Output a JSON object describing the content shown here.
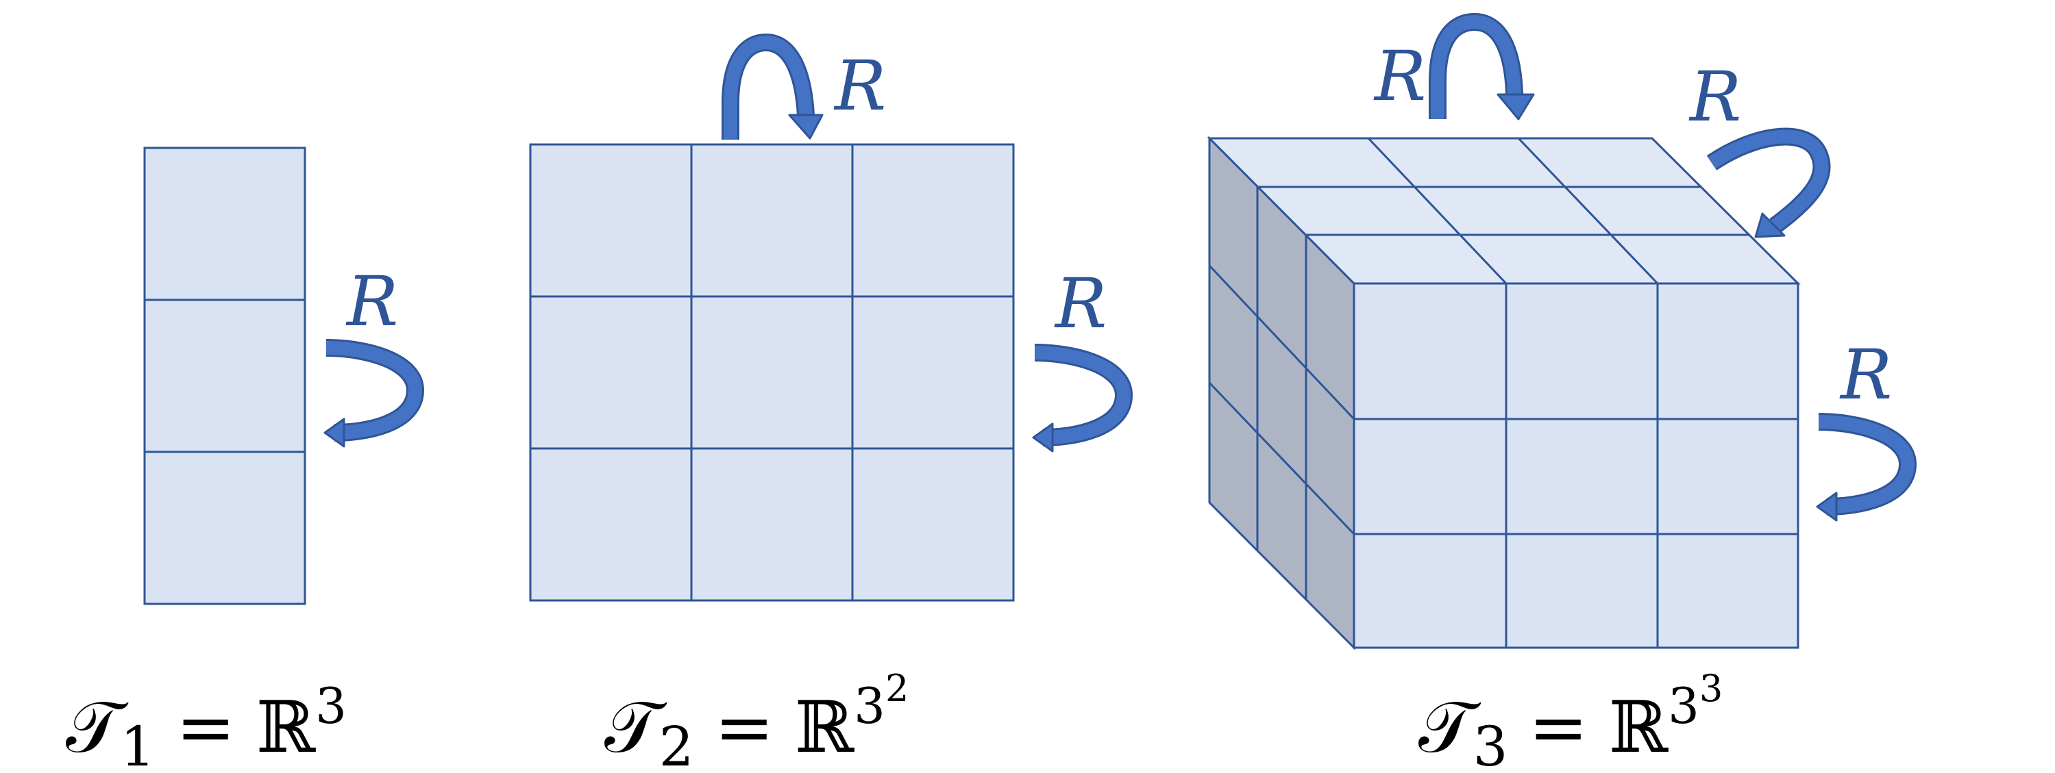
{
  "rotation_label": "R",
  "colors": {
    "cell_fill": "#dae3f3",
    "top_fill": "#e1e8f5",
    "side_fill": "#adb5c5",
    "grid_line": "#2f5597",
    "arrow": "#4472c4"
  },
  "panels": [
    {
      "id": "t1",
      "formula": {
        "symbol": "𝒯",
        "subscript": "1",
        "equals": "=",
        "field": "ℝ",
        "base": "3",
        "exponent": ""
      }
    },
    {
      "id": "t2",
      "formula": {
        "symbol": "𝒯",
        "subscript": "2",
        "equals": "=",
        "field": "ℝ",
        "base": "3",
        "exponent": "2"
      }
    },
    {
      "id": "t3",
      "formula": {
        "symbol": "𝒯",
        "subscript": "3",
        "equals": "=",
        "field": "ℝ",
        "base": "3",
        "exponent": "3"
      }
    }
  ]
}
